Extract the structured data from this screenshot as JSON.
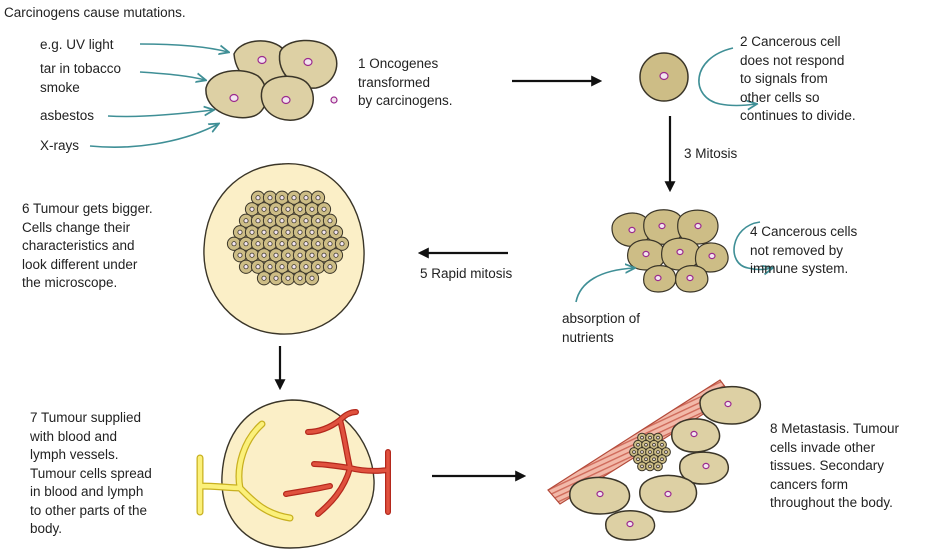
{
  "title": "Carcinogens cause mutations.",
  "carcinogens": [
    "e.g. UV light",
    "tar in tobacco\nsmoke",
    "asbestos",
    "X-rays"
  ],
  "steps": {
    "s1": "1  Oncogenes\n    transformed\n    by carcinogens.",
    "s2": "2  Cancerous cell\n    does not respond\n    to signals from\n    other cells so\n    continues to divide.",
    "s3": "3  Mitosis",
    "s4": "4  Cancerous cells\n    not removed by\n    immune system.",
    "s5": "5  Rapid mitosis",
    "s6": "6  Tumour gets bigger.\n    Cells change their\n    characteristics and\n    look different under\n    the microscope.",
    "s7": "7  Tumour supplied\n    with blood and\n    lymph vessels.\n    Tumour cells spread\n    in blood and lymph\n    to other parts of the\n    body.",
    "s8": "8  Metastasis. Tumour\n    cells invade other\n    tissues. Secondary\n    cancers form\n    throughout the body."
  },
  "nutrients_label": "absorption of\nnutrients"
}
